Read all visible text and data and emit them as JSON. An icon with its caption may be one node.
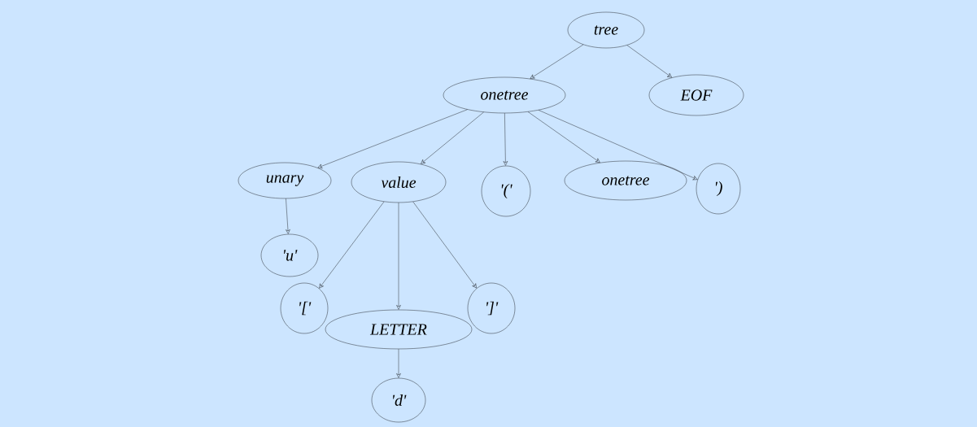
{
  "diagram": {
    "nodes": [
      {
        "text": [
          "tree"
        ]
      },
      {
        "text": [
          "onetree"
        ]
      },
      {
        "text": [
          "EOF"
        ]
      },
      {
        "text": [
          "unary"
        ]
      },
      {
        "text": [
          "value"
        ]
      },
      {
        "text": [
          "'('"
        ]
      },
      {
        "text": [
          "onetree"
        ]
      },
      {
        "text": [
          "')"
        ]
      },
      {
        "text": [
          "'u'"
        ]
      },
      {
        "text": [
          "'['"
        ]
      },
      {
        "text": [
          "LETTER"
        ]
      },
      {
        "text": [
          "']'"
        ]
      },
      {
        "text": [
          "'d'"
        ]
      }
    ],
    "edges": [
      {
        "from": 0,
        "to": 1,
        "arrow": "to"
      },
      {
        "from": 0,
        "to": 2,
        "arrow": "to"
      },
      {
        "from": 1,
        "to": 3,
        "arrow": "to"
      },
      {
        "from": 1,
        "to": 4,
        "arrow": "to"
      },
      {
        "from": 1,
        "to": 5,
        "arrow": "to"
      },
      {
        "from": 1,
        "to": 6,
        "arrow": "to"
      },
      {
        "from": 1,
        "to": 7,
        "arrow": "to"
      },
      {
        "from": 3,
        "to": 8,
        "arrow": "to"
      },
      {
        "from": 4,
        "to": 9,
        "arrow": "to"
      },
      {
        "from": 4,
        "to": 10,
        "arrow": "to"
      },
      {
        "from": 4,
        "to": 11,
        "arrow": "to"
      },
      {
        "from": 10,
        "to": 12,
        "arrow": "to"
      }
    ]
  }
}
